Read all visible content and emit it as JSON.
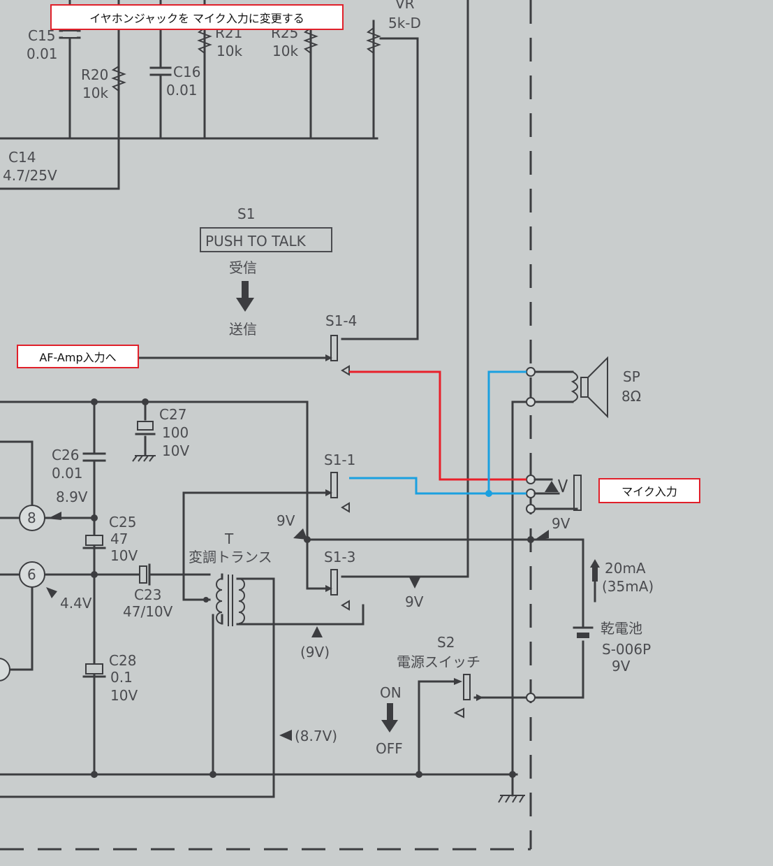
{
  "callouts": {
    "title": "イヤホンジャックを マイク入力に変更する",
    "af_amp": "AF-Amp入力へ",
    "mic": "マイク入力"
  },
  "components": {
    "c15": "C15",
    "c15_val": "0.01",
    "r20": "R20",
    "r20_val": "10k",
    "c16": "C16",
    "c16_val": "0.01",
    "r21": "R21",
    "r21_val": "10k",
    "r25": "R25",
    "r25_val": "10k",
    "vr": "VR",
    "vr_val": "5k-D",
    "c14": "C14",
    "c14_val": "4.7/25V",
    "c27": "C27",
    "c27_val1": "100",
    "c27_val2": "10V",
    "c26": "C26",
    "c26_val": "0.01",
    "c25": "C25",
    "c25_val1": "47",
    "c25_val2": "10V",
    "c23": "C23",
    "c23_val": "47/10V",
    "c28": "C28",
    "c28_val1": "0.1",
    "c28_val2": "10V",
    "t": "T",
    "t_name": "変調トランス",
    "s1": "S1",
    "s1_box": "PUSH TO TALK",
    "s1_rx": "受信",
    "s1_tx": "送信",
    "s1_4": "S1-4",
    "s1_1": "S1-1",
    "s1_3": "S1-3",
    "s2": "S2",
    "s2_name": "電源スイッチ",
    "on": "ON",
    "off": "OFF",
    "sp": "SP",
    "sp_val": "8Ω",
    "battery": "乾電池",
    "battery_model": "S-006P",
    "battery_v": "9V",
    "current": "20mA",
    "current2": "(35mA)",
    "pin8": "8",
    "pin6": "6"
  },
  "voltages": {
    "v89": "8.9V",
    "v44": "4.4V",
    "v9_left": "9V",
    "v9_right": "9V",
    "v9_s13": "9V",
    "v9_paren": "(9V)",
    "v87": "(8.7V)"
  }
}
